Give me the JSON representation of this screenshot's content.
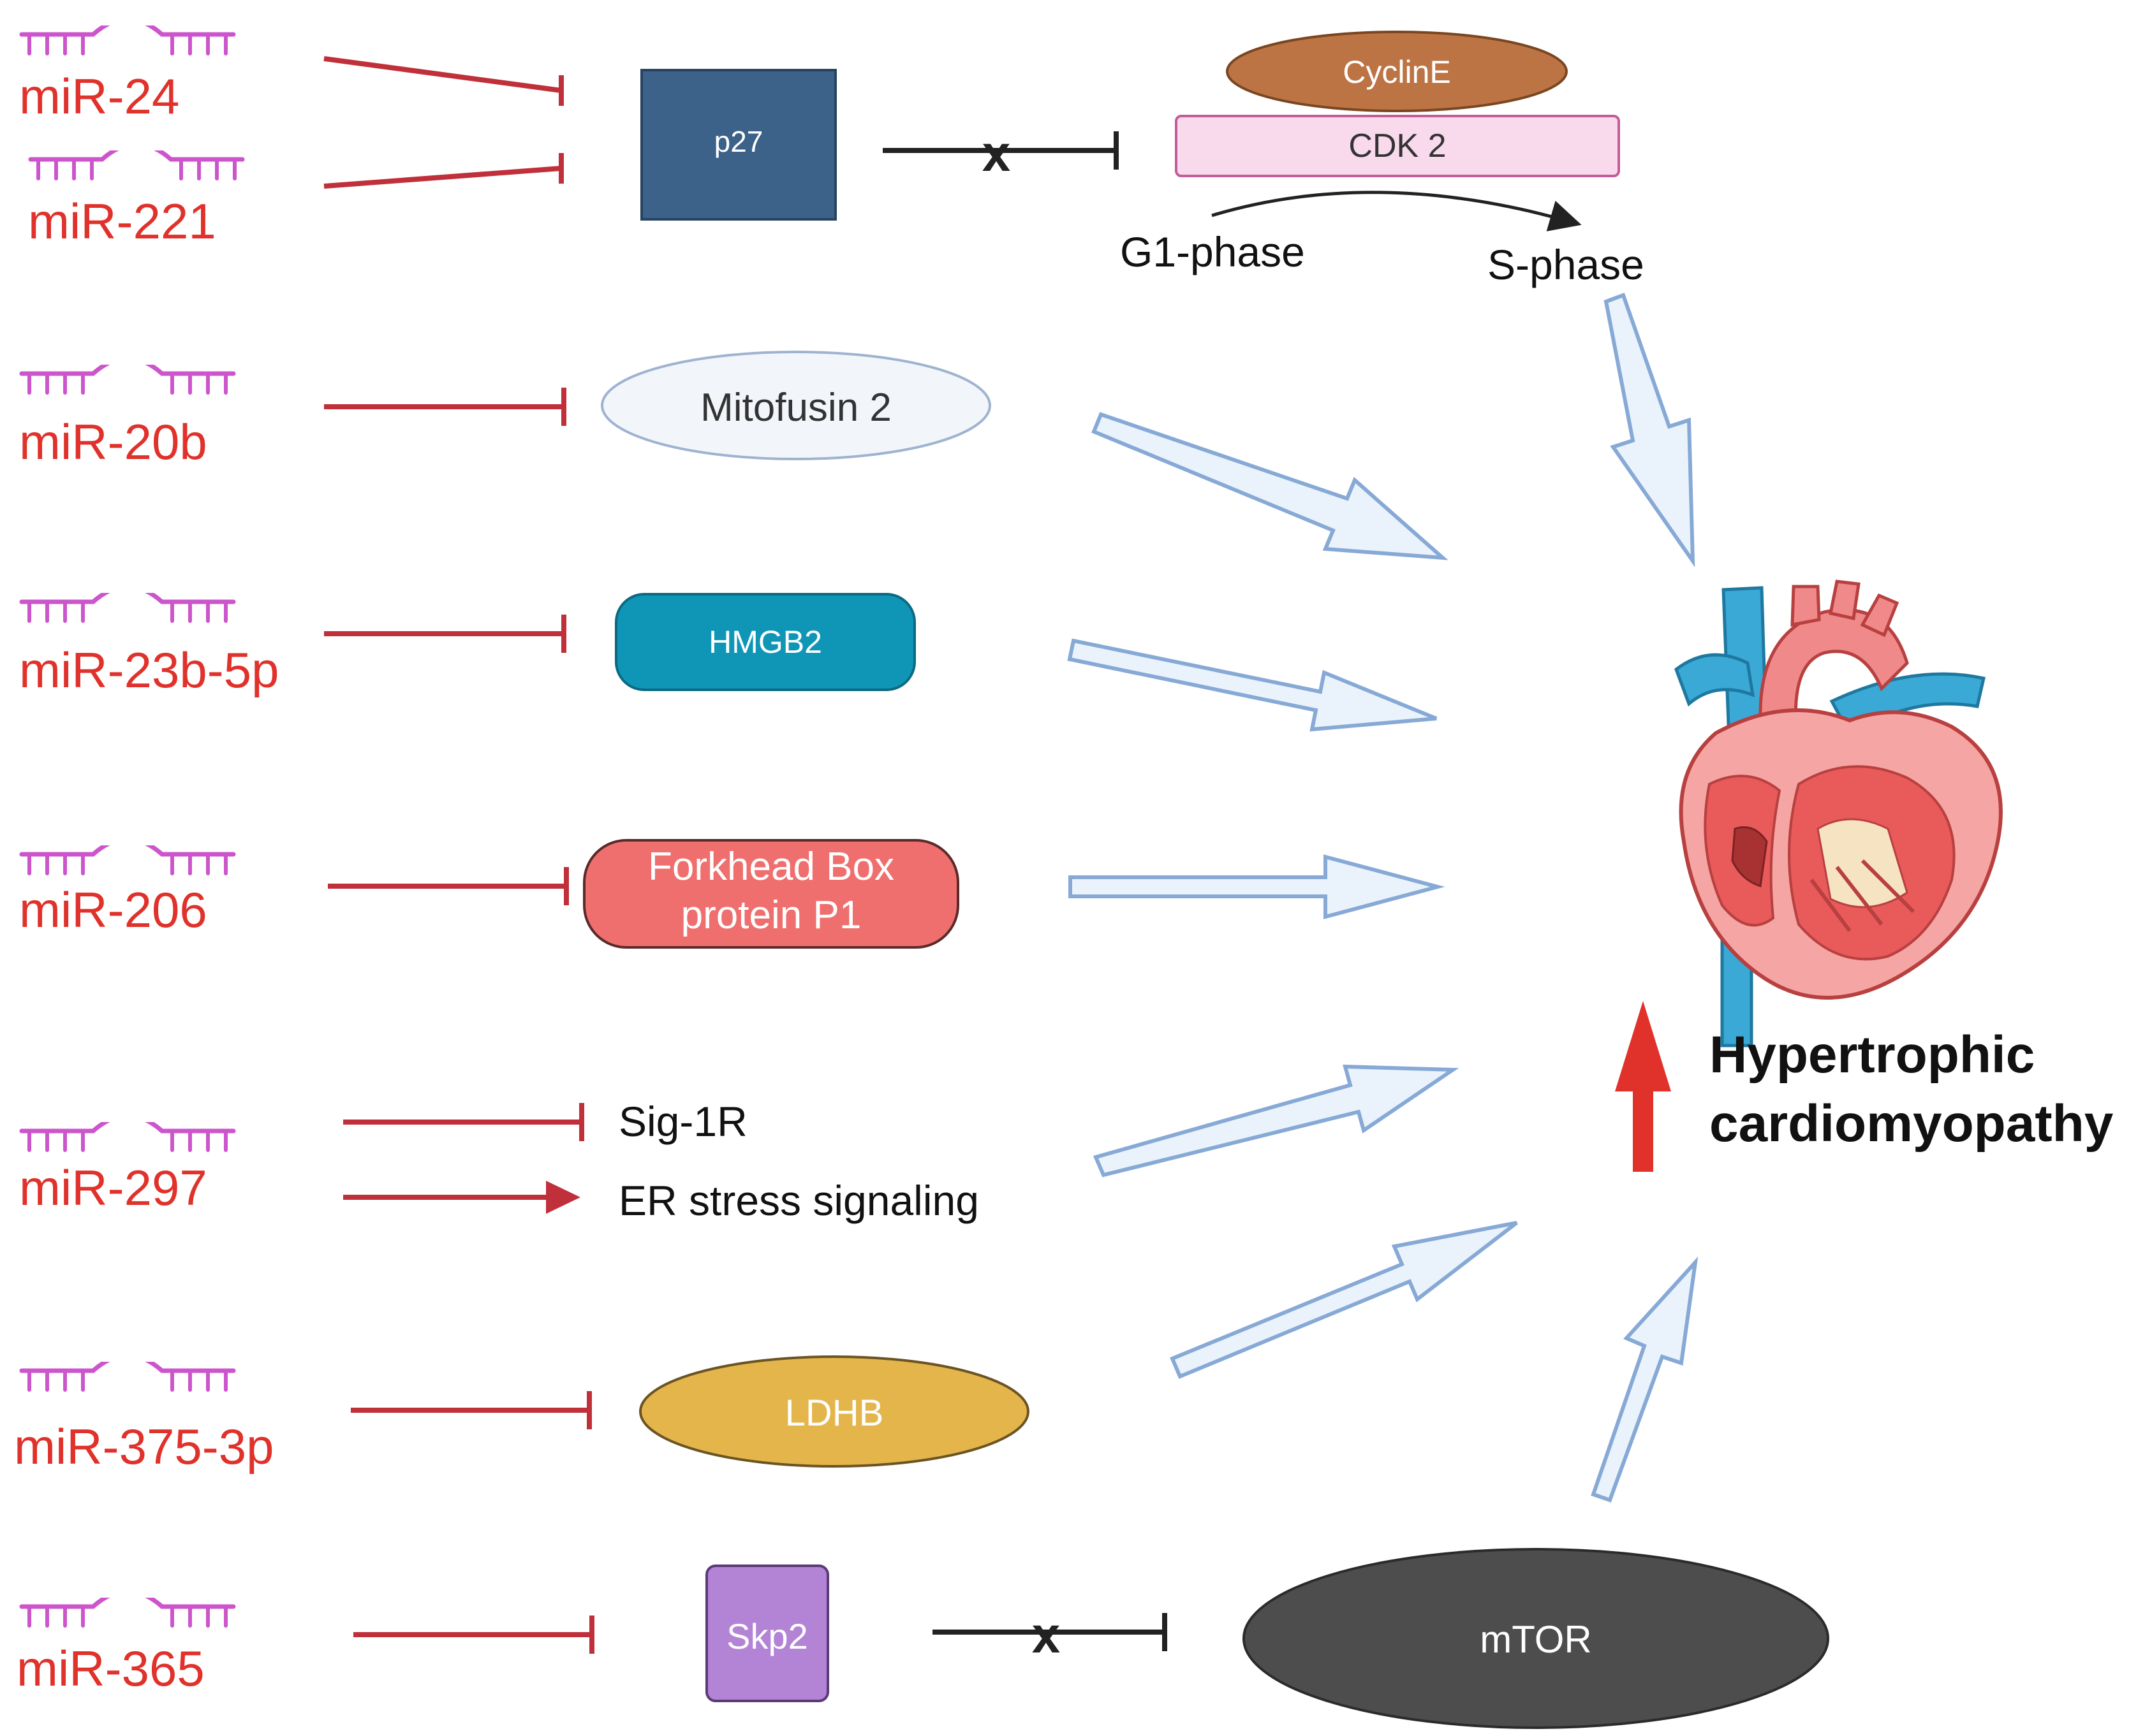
{
  "mirnas": [
    {
      "label": "miR-24"
    },
    {
      "label": "miR-221"
    },
    {
      "label": "miR-20b"
    },
    {
      "label": "miR-23b-5p"
    },
    {
      "label": "miR-206"
    },
    {
      "label": "miR-297"
    },
    {
      "label": "miR-375-3p"
    },
    {
      "label": "miR-365"
    }
  ],
  "targets": {
    "p27": "p27",
    "mitofusin": "Mitofusin 2",
    "hmgb2": "HMGB2",
    "foxp1_line1": "Forkhead Box",
    "foxp1_line2": "protein P1",
    "sig1r": "Sig-1R",
    "er_stress": "ER stress signaling",
    "ldhb": "LDHB",
    "skp2": "Skp2",
    "mtor": "mTOR"
  },
  "cell_cycle": {
    "cyclin": "CyclinE",
    "cdk": "CDK 2",
    "g1": "G1-phase",
    "s": "S-phase",
    "blocked_mark": "x"
  },
  "outcome": {
    "line1": "Hypertrophic",
    "line2": "cardiomyopathy"
  },
  "colors": {
    "mirna": "#e0312b",
    "mirna_strand": "#cc55cc",
    "inhibit": "#c0303a",
    "flow_arrow_fill": "#eaf3fc",
    "flow_arrow_stroke": "#87a9d6",
    "outcome_arrow": "#e0312b",
    "p27": "#3c6289",
    "mitofusin": "#f2f6fb",
    "hmgb2": "#0f96b7",
    "foxp1": "#ef6f6f",
    "ldhb": "#e4b54a",
    "skp2": "#b383d6",
    "mtor": "#4d4d4d",
    "cyclin": "#bd7444",
    "cdk": "#f9d9ec"
  }
}
